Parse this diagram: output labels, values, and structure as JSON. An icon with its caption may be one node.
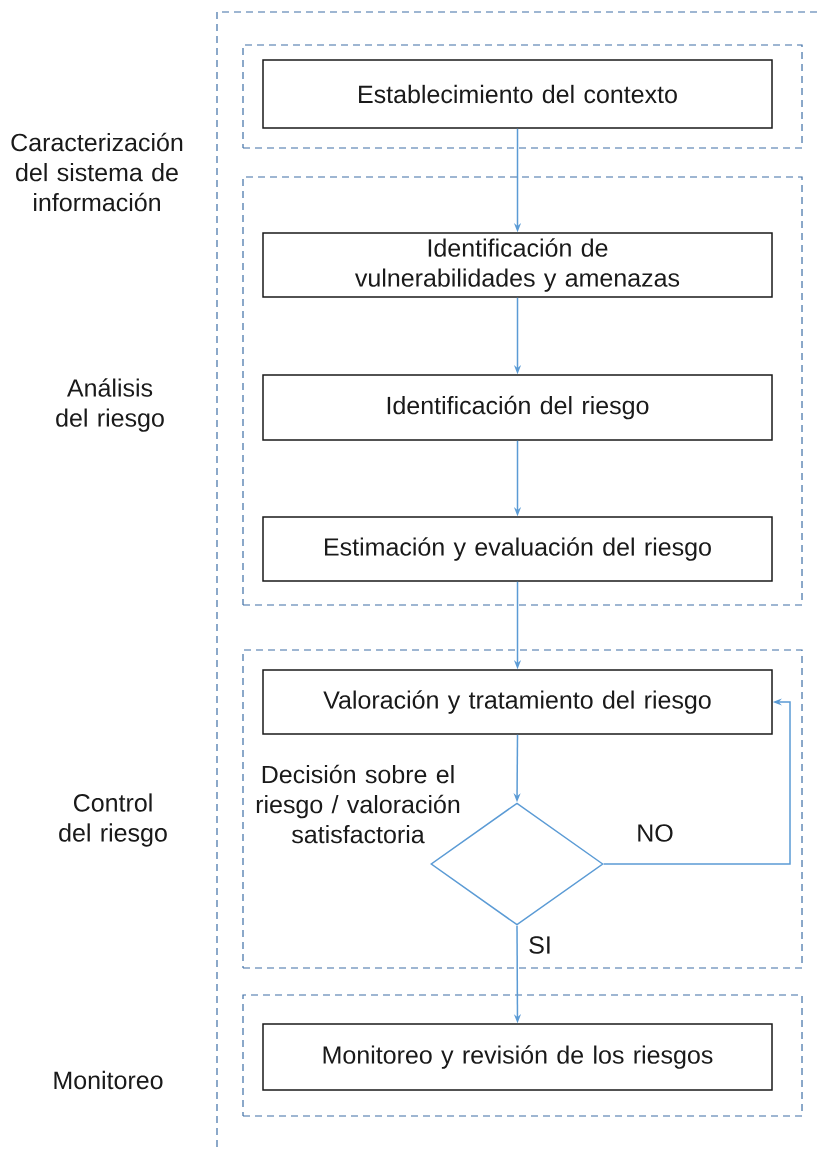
{
  "diagram": {
    "nodes": [
      {
        "text": [],
        "shape": "box"
      },
      {
        "text": [
          "Establecimiento del contexto"
        ],
        "in": 0
      },
      {
        "text": [],
        "shape": "box"
      },
      {
        "text": [
          "Identificación de vulnerabilidades y amenazas"
        ],
        "in": 2
      },
      {
        "text": [
          "Identificación del riesgo"
        ],
        "in": 2
      },
      {
        "text": [
          "Estimación y evaluación del riesgo"
        ],
        "in": 2
      },
      {
        "text": [],
        "shape": "box"
      },
      {
        "text": [
          "Valoración y tratamiento del riesgo"
        ],
        "in": 6
      },
      {
        "text": [],
        "shape": "diamond",
        "in": 6,
        "beside": [
          "Decisión sobre el riesgo / valoración satisfactoria"
        ]
      },
      {
        "text": [],
        "shape": "box"
      },
      {
        "text": [
          "Monitoreo y revisión de los riesgos"
        ],
        "in": 9
      }
    ],
    "edges": [
      {
        "from": 1,
        "to": 3,
        "arrow": "to"
      },
      {
        "from": 3,
        "to": 4,
        "arrow": "to"
      },
      {
        "from": 4,
        "to": 5,
        "arrow": "to"
      },
      {
        "from": 5,
        "to": 7,
        "arrow": "to"
      },
      {
        "from": 7,
        "to": 8,
        "arrow": "to"
      },
      {
        "from": 8,
        "to": 7,
        "arrow": "to",
        "label": "NO"
      },
      {
        "from": 8,
        "to": 10,
        "arrow": "to",
        "label": "SI"
      }
    ],
    "labels": [
      "Caracterización del sistema de información",
      "Análisis del riesgo",
      "Control del riesgo",
      "Monitoreo"
    ]
  }
}
